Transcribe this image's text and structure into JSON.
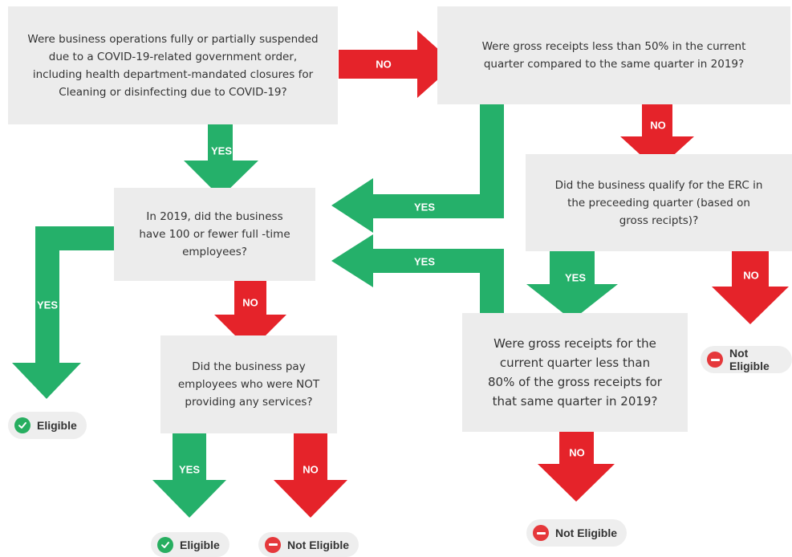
{
  "colors": {
    "yes": "#25b06a",
    "no": "#e5232a",
    "box": "#ececec",
    "text": "#333333"
  },
  "questions": {
    "q1": "Were business operations fully or partially suspended due to a COVID-19-related government order, including health department-mandated closures for Cleaning or disinfecting due to COVID-19?",
    "q2": "Were gross receipts less than 50% in the current quarter compared to the same quarter in 2019?",
    "q3": "In 2019, did the business have 100 or fewer full -time employees?",
    "q4": "Did the business qualify for the ERC in the preceeding quarter (based on gross recipts)?",
    "q5": "Did the business pay employees who were NOT providing any services?",
    "q6": "Were gross receipts for the current quarter less than 80% of the gross receipts for that same quarter in 2019?"
  },
  "arrows": {
    "yes_label": "YES",
    "no_label": "NO"
  },
  "outcomes": {
    "eligible": "Eligible",
    "not_eligible": "Not Eligible"
  }
}
